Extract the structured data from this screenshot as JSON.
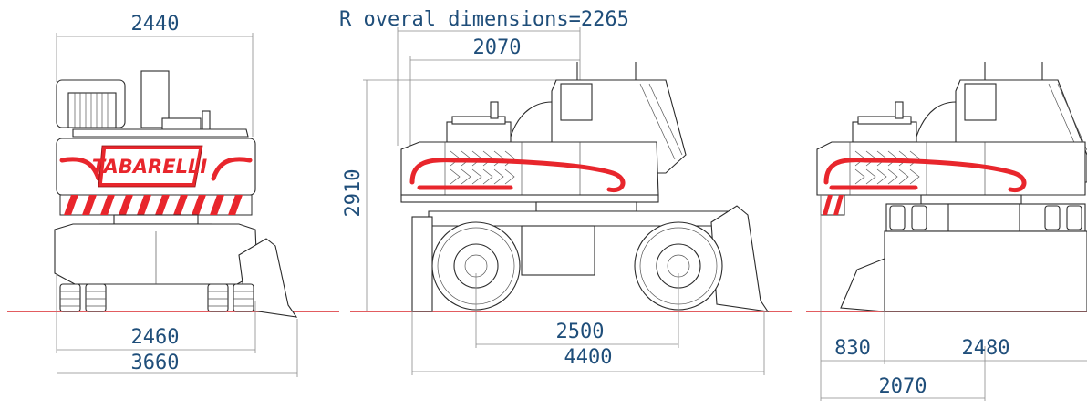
{
  "colors": {
    "dimension_text": "#1f4e7a",
    "ground_line": "#d9262c",
    "accent_red": "#e8262c"
  },
  "logo_text": "TABARELLI",
  "front_view": {
    "top_width": "2440",
    "track_width": "2460",
    "overall_width": "3660"
  },
  "side_view": {
    "radius_label": "R overal dimensions=2265",
    "cab_width": "2070",
    "height": "2910",
    "wheelbase": "2500",
    "overall_length": "4400"
  },
  "rear_view": {
    "offset": "830",
    "base_width": "2480",
    "cab_width": "2070"
  }
}
